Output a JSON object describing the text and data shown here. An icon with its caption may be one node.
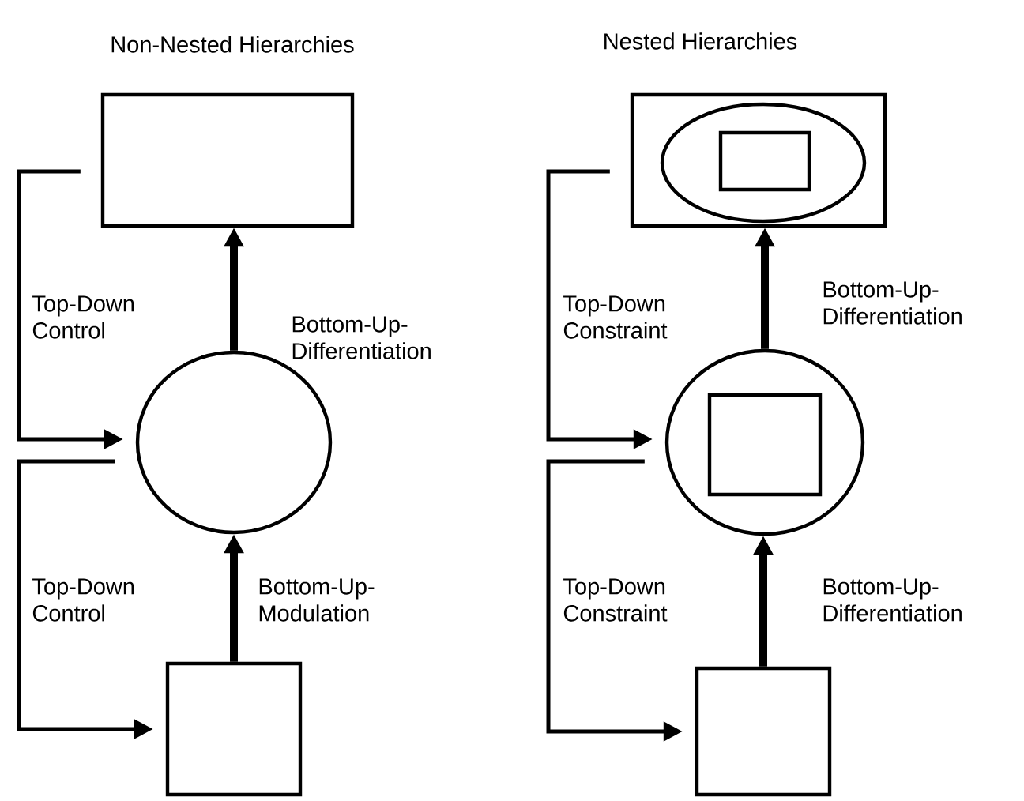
{
  "diagram": {
    "nodes": [
      {
        "text": [],
        "shape": "box"
      },
      {
        "text": [],
        "shape": "circle"
      },
      {
        "text": [],
        "shape": "box"
      },
      {
        "text": [],
        "shape": "box"
      },
      {
        "text": [],
        "shape": "ellipse",
        "in": 3
      },
      {
        "text": [],
        "shape": "box",
        "in": 4
      },
      {
        "text": [],
        "shape": "circle"
      },
      {
        "text": [],
        "shape": "box",
        "in": 6
      },
      {
        "text": [],
        "shape": "box"
      }
    ],
    "edges": [
      {
        "from": 1,
        "to": 0,
        "arrow": "to",
        "style": "thick",
        "label": "Bottom-Up-Differentiation"
      },
      {
        "from": 0,
        "to": 1,
        "arrow": "to",
        "label": "Top-Down Control"
      },
      {
        "from": 2,
        "to": 1,
        "arrow": "to",
        "style": "thick",
        "label": "Bottom-Up-Modulation"
      },
      {
        "from": 1,
        "to": 2,
        "arrow": "to",
        "label": "Top-Down Control"
      },
      {
        "from": 6,
        "to": 3,
        "arrow": "to",
        "style": "thick",
        "label": "Bottom-Up-Differentiation"
      },
      {
        "from": 3,
        "to": 6,
        "arrow": "to",
        "label": "Top-Down Constraint"
      },
      {
        "from": 8,
        "to": 6,
        "arrow": "to",
        "style": "thick",
        "label": "Bottom-Up-Differentiation"
      },
      {
        "from": 6,
        "to": 8,
        "arrow": "to",
        "label": "Top-Down Constraint"
      }
    ],
    "labels": [
      "Non-Nested Hierarchies",
      "Nested Hierarchies"
    ]
  }
}
